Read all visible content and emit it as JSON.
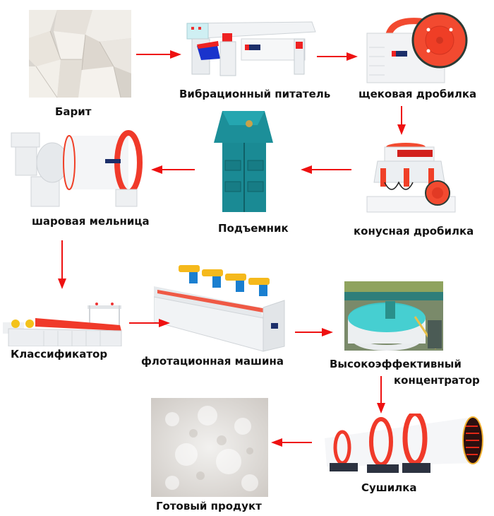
{
  "diagram": {
    "type": "process-flow",
    "colors": {
      "arrow": "#ee1111",
      "label": "#111111",
      "machine_red": "#f03a2a",
      "machine_teal": "#1a8c96",
      "machine_white": "#eef0f2"
    },
    "steps": [
      {
        "id": "barite",
        "label": "Барит",
        "icon": "barite-ore-image"
      },
      {
        "id": "feeder",
        "label": "Вибрационный питатель",
        "icon": "vibrating-feeder-image"
      },
      {
        "id": "jaw",
        "label": "щековая дробилка",
        "icon": "jaw-crusher-image"
      },
      {
        "id": "cone",
        "label": "конусная дробилка",
        "icon": "cone-crusher-image"
      },
      {
        "id": "elevator",
        "label": "Подъемник",
        "icon": "bucket-elevator-image"
      },
      {
        "id": "mill",
        "label": "шаровая мельница",
        "icon": "ball-mill-image"
      },
      {
        "id": "classifier",
        "label": "Классификатор",
        "icon": "spiral-classifier-image"
      },
      {
        "id": "flotation",
        "label": "флотационная машина",
        "icon": "flotation-machine-image"
      },
      {
        "id": "thickener",
        "label": "Высокоэффективный",
        "label2": "концентратор",
        "icon": "thickener-image"
      },
      {
        "id": "dryer",
        "label": "Сушилка",
        "icon": "rotary-dryer-image"
      },
      {
        "id": "product",
        "label": "Готовый продукт",
        "icon": "powder-product-image"
      }
    ],
    "flow": [
      "barite",
      "feeder",
      "jaw",
      "cone",
      "elevator",
      "mill",
      "classifier",
      "flotation",
      "thickener",
      "dryer",
      "product"
    ]
  }
}
